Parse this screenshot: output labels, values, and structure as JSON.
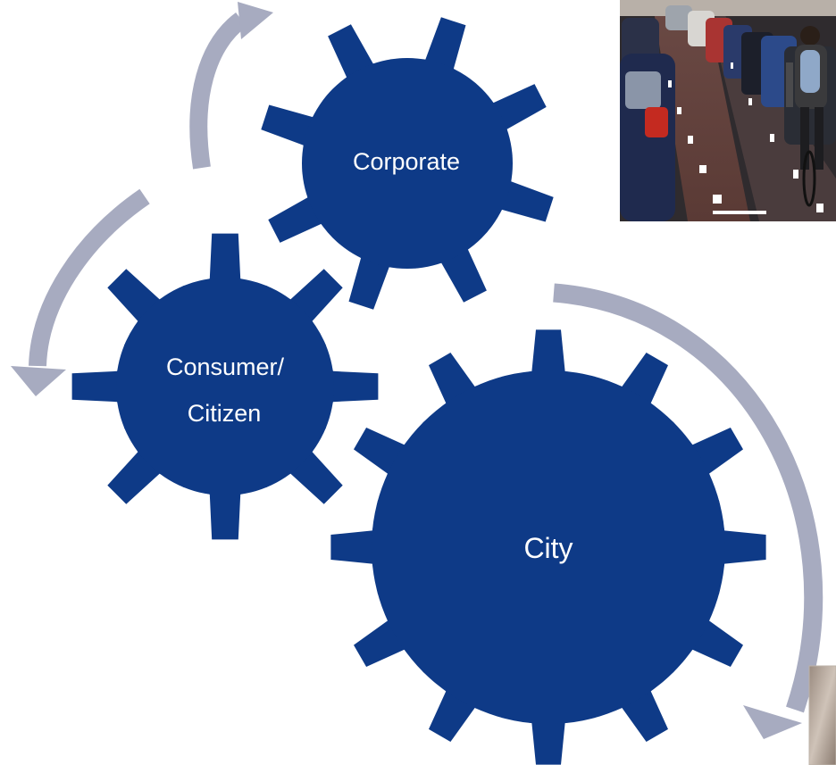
{
  "diagram": {
    "gears": {
      "corporate": {
        "label": "Corporate"
      },
      "consumer": {
        "line1": "Consumer/",
        "line2": "Citizen"
      },
      "city": {
        "label": "City"
      }
    }
  },
  "colors": {
    "gear_fill": "#0e3a87",
    "arrow_fill": "#a7abc0",
    "label_text": "#ffffff"
  },
  "photos": {
    "top_right": "bike-lane-street-photo",
    "bottom_right": "cropped-photo"
  }
}
